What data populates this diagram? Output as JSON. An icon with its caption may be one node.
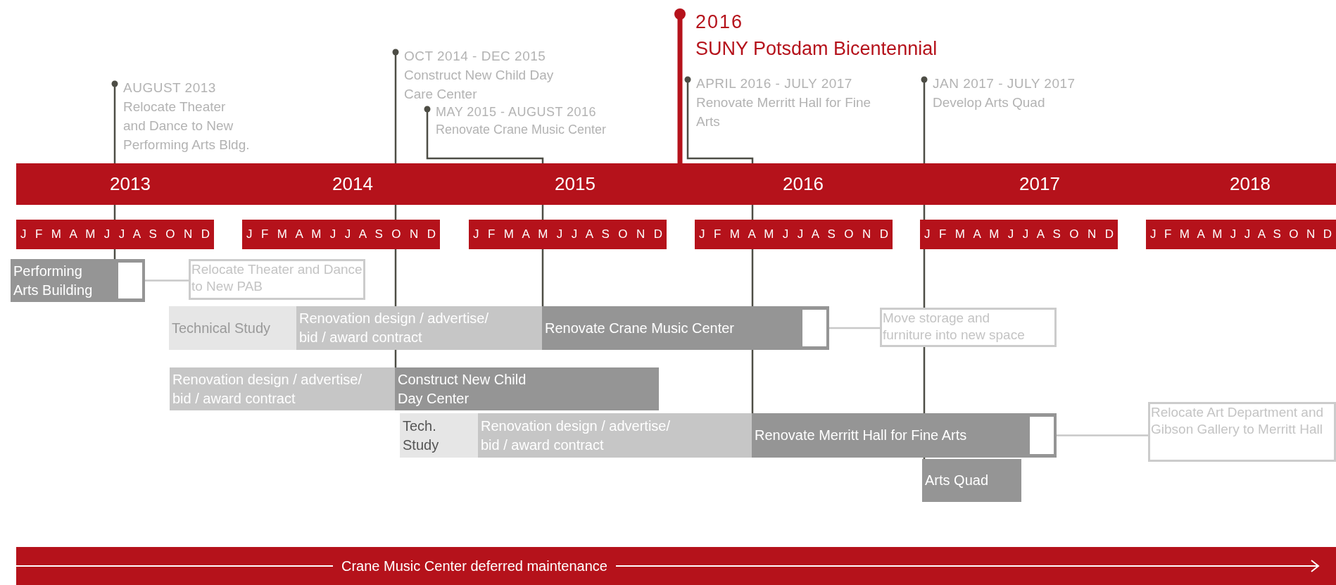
{
  "diagram": {
    "nodes": [
      {
        "text": [
          "AUGUST 2013",
          "Relocate Theater and Dance to New Performing Arts Bldg."
        ]
      },
      {
        "text": [
          "OCT 2014 - DEC 2015",
          "Construct New Child Day Care Center"
        ]
      },
      {
        "text": [
          "MAY 2015 - AUGUST 2016",
          "Renovate Crane Music Center"
        ]
      },
      {
        "text": [
          "2016",
          "SUNY Potsdam Bicentennial"
        ]
      },
      {
        "text": [
          "APRIL 2016 - JULY 2017",
          "Renovate Merritt Hall for Fine Arts"
        ]
      },
      {
        "text": [
          "JAN 2017 - JULY 2017",
          "Develop Arts Quad"
        ]
      },
      {
        "text": [
          "2013",
          "2014",
          "2015",
          "2016",
          "2017",
          "2018"
        ]
      },
      {
        "text": [
          "J F M A M J J A S O N D"
        ]
      },
      {
        "text": [
          "J F M A M J J A S O N D"
        ]
      },
      {
        "text": [
          "J F M A M J J A S O N D"
        ]
      },
      {
        "text": [
          "J F M A M J J A S O N D"
        ]
      },
      {
        "text": [
          "J F M A M J J A S O N D"
        ]
      },
      {
        "text": [
          "J F M A M J J A S O N D"
        ]
      },
      {
        "text": [
          "Performing Arts Building"
        ]
      },
      {
        "text": [
          "Relocate Theater and Dance to New PAB"
        ]
      },
      {
        "text": [
          "Technical Study"
        ]
      },
      {
        "text": [
          "Renovation design / advertise/ bid / award contract"
        ]
      },
      {
        "text": [
          "Renovate Crane Music Center"
        ]
      },
      {
        "text": [
          "Move storage and furniture into new space"
        ]
      },
      {
        "text": [
          "Renovation design / advertise/ bid / award contract"
        ]
      },
      {
        "text": [
          "Construct New Child Day Center"
        ]
      },
      {
        "text": [
          "Tech. Study"
        ]
      },
      {
        "text": [
          "Renovation design / advertise/ bid / award contract"
        ]
      },
      {
        "text": [
          "Renovate Merritt Hall for Fine Arts"
        ]
      },
      {
        "text": [
          "Relocate Art Department and Gibson Gallery to Merritt Hall"
        ]
      },
      {
        "text": [
          "Arts Quad"
        ]
      },
      {
        "text": [
          "Crane Music Center deferred maintenance"
        ]
      }
    ],
    "edges": [
      {
        "from": 0,
        "to": 13,
        "arrow": "other"
      },
      {
        "from": 1,
        "to": 20,
        "arrow": "other"
      },
      {
        "from": 2,
        "to": 17,
        "arrow": "other"
      },
      {
        "from": 3,
        "to": 6,
        "arrow": "other",
        "style": "thick",
        "color": "#b5121b"
      },
      {
        "from": 4,
        "to": 23,
        "arrow": "other"
      },
      {
        "from": 5,
        "to": 25,
        "arrow": "other"
      },
      {
        "from": 13,
        "to": 14,
        "arrow": "none",
        "color": "#c8c8c8"
      },
      {
        "from": 17,
        "to": 18,
        "arrow": "none",
        "color": "#c8c8c8"
      },
      {
        "from": 23,
        "to": 24,
        "arrow": "none",
        "color": "#c8c8c8"
      }
    ]
  }
}
